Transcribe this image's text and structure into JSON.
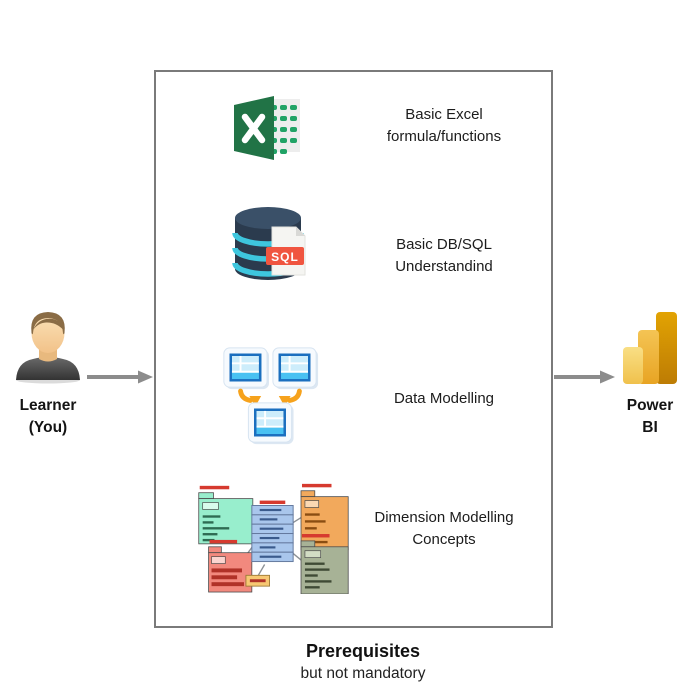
{
  "learner": {
    "icon": "person-icon",
    "label": "Learner\n(You)"
  },
  "prerequisites": {
    "items": [
      {
        "icon": "excel-icon",
        "label": "Basic Excel\nformula/functions"
      },
      {
        "icon": "database-sql-icon",
        "label": "Basic DB/SQL\nUnderstandind"
      },
      {
        "icon": "data-modelling-icon",
        "label": "Data Modelling"
      },
      {
        "icon": "star-schema-icon",
        "label": "Dimension Modelling\nConcepts"
      }
    ],
    "caption_title": "Prerequisites",
    "caption_subtitle": "but not mandatory"
  },
  "power_bi": {
    "icon": "powerbi-icon",
    "label": "Power\nBI"
  },
  "icons": {
    "sql_badge_label": "SQL"
  },
  "colors": {
    "excel_green": "#217346",
    "db_navy": "#2B3B4E",
    "db_cyan": "#3EC6DE",
    "sql_red": "#F05540",
    "table_cyan": "#49C1F2",
    "table_border_blue": "#1B6FBF",
    "model_arrow_orange": "#F6A21C",
    "powerbi_yellow": "#F2C811",
    "connector_gray": "#8C8C8C",
    "box_border_gray": "#7A7A7A",
    "schema_mint": "#98EECD",
    "schema_orange": "#F2A95C",
    "schema_salmon": "#F2897E",
    "schema_graygreen": "#A7B296"
  }
}
